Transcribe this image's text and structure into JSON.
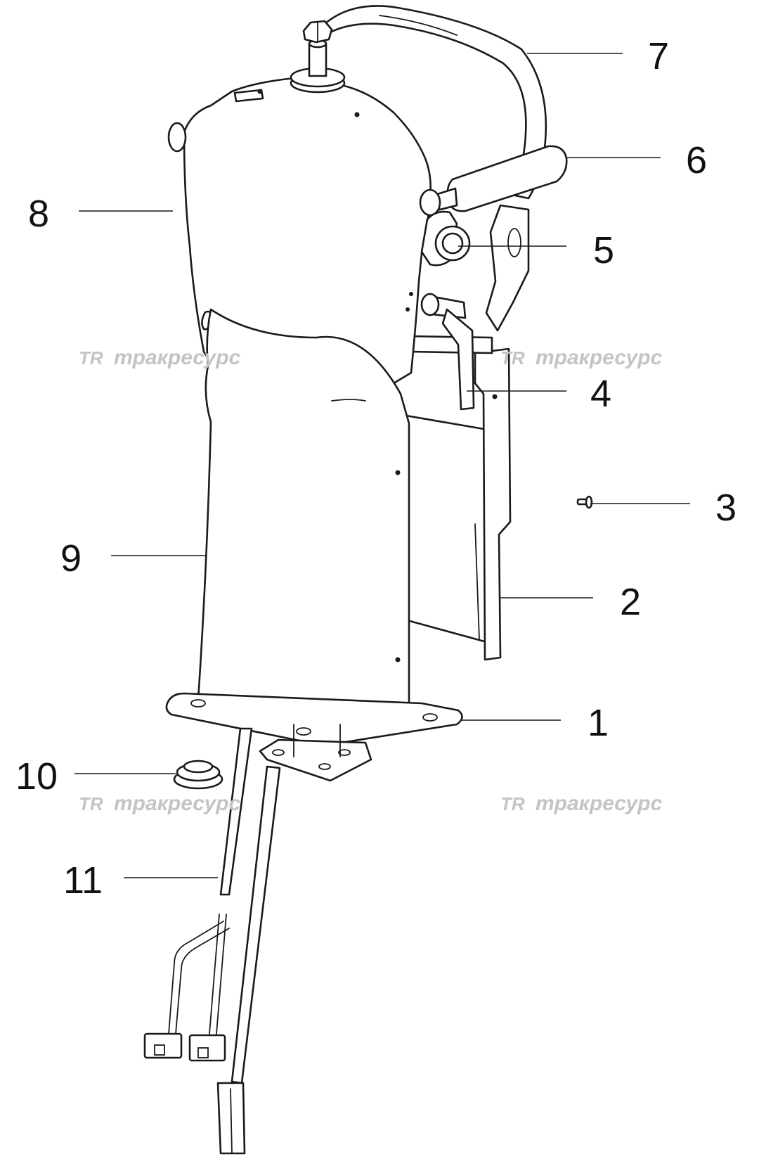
{
  "diagram": {
    "watermark_logo": "TR",
    "watermark_text": "тракресурс",
    "callouts": [
      "1",
      "2",
      "3",
      "4",
      "5",
      "6",
      "7",
      "8",
      "9",
      "10",
      "11"
    ]
  }
}
